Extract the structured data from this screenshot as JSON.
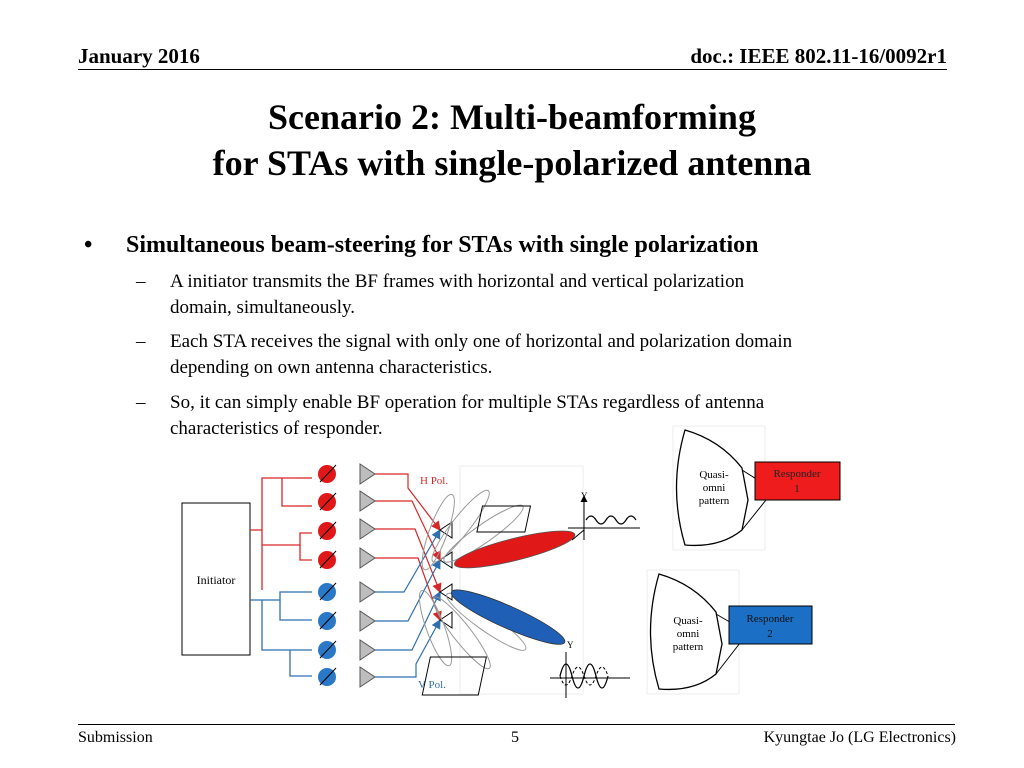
{
  "header": {
    "date": "January 2016",
    "doc_id": "doc.: IEEE 802.11-16/0092r1"
  },
  "title": {
    "line1": "Scenario 2: Multi-beamforming",
    "line2": "for STAs with single-polarized antenna"
  },
  "bullet": {
    "marker": "•",
    "text": "Simultaneous beam-steering for STAs with single polarization",
    "items": [
      {
        "dash": "–",
        "line1": "A initiator transmits the BF frames with horizontal and vertical polarization",
        "line2": "domain, simultaneously."
      },
      {
        "dash": "–",
        "line1": "Each STA receives the signal with only one of horizontal and  polarization domain",
        "line2": "depending on own antenna characteristics."
      },
      {
        "dash": "–",
        "line1": "So, it can simply enable BF operation for multiple STAs regardless of antenna",
        "line2": "characteristics of responder."
      }
    ]
  },
  "diagram": {
    "initiator_label": "Initiator",
    "h_pol_label": "H Pol.",
    "v_pol_label": "V Pol.",
    "axis_y_label": "Y",
    "quasi_omni_1": [
      "Quasi-",
      "omni",
      "pattern"
    ],
    "quasi_omni_2": [
      "Quasi-",
      "omni",
      "pattern"
    ],
    "responder1": [
      "Responder",
      "1"
    ],
    "responder2": [
      "Responder",
      "2"
    ],
    "colors": {
      "h_path": "#d62828",
      "v_path": "#2f6fb0",
      "responder1_fill": "#ee1c1c",
      "responder2_fill": "#1b6fc4",
      "red_lobe": "#e01818",
      "blue_lobe": "#1f5fb5"
    }
  },
  "footer": {
    "left": "Submission",
    "page": "5",
    "right": "Kyungtae Jo (LG Electronics)"
  }
}
